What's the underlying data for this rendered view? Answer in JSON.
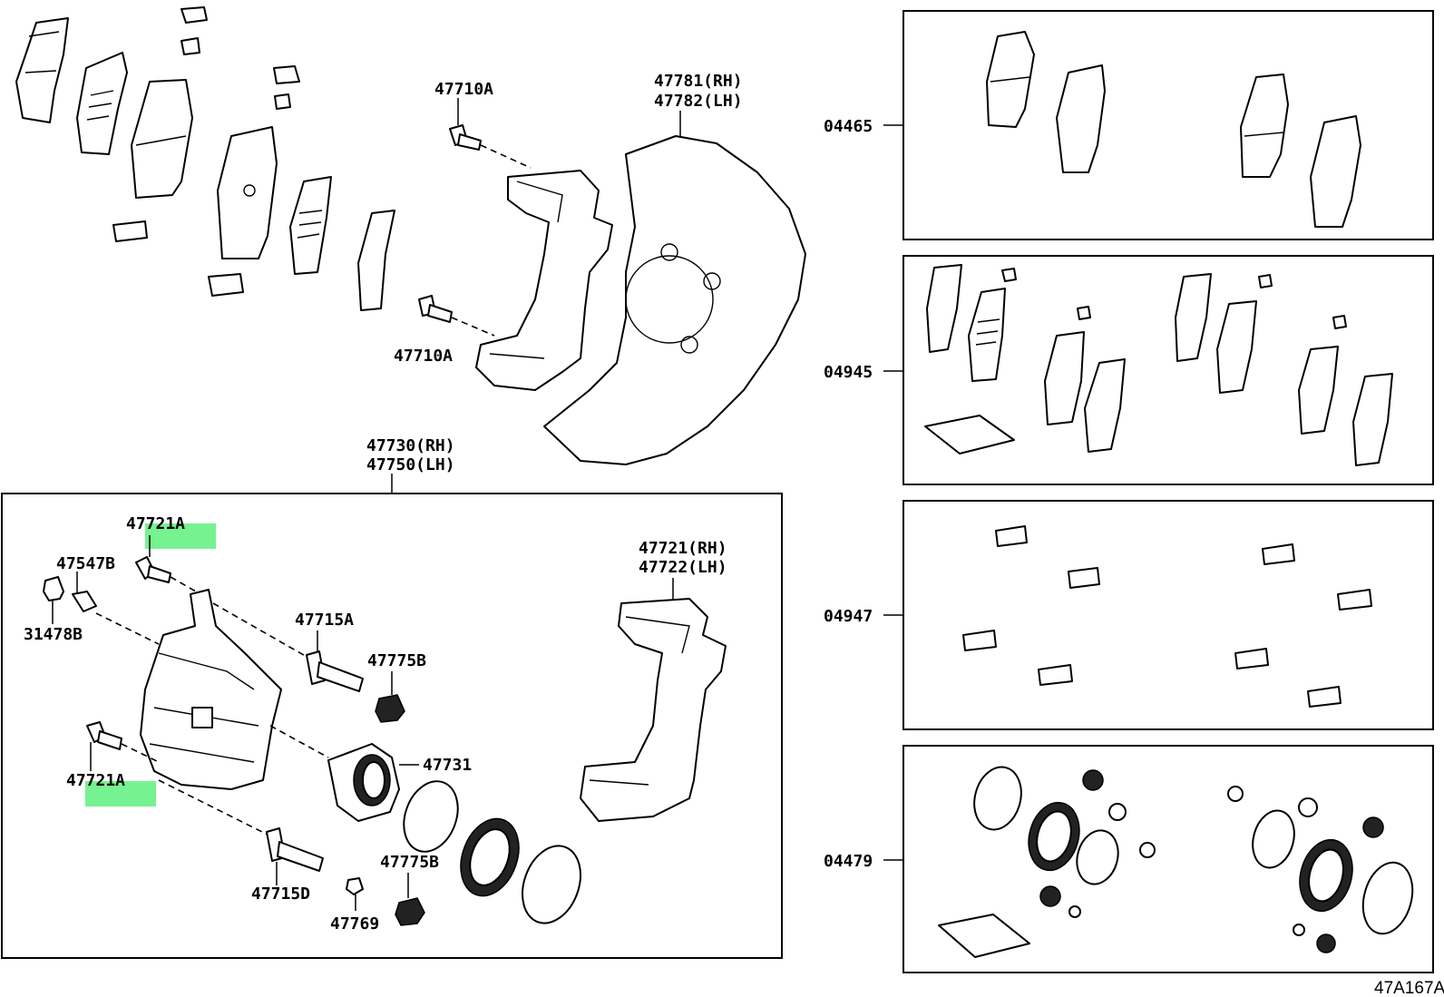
{
  "diagram_code": "47A167A",
  "highlight_color": "#5ef07c",
  "labels": {
    "bolt_upper": "47710A",
    "bolt_lower": "47710A",
    "dust_cover_rh": "47781(RH)",
    "dust_cover_lh": "47782(LH)",
    "caliper_assy_rh": "47730(RH)",
    "caliper_assy_lh": "47750(LH)",
    "bolt_top": "47721A",
    "bolt_bottom": "47721A",
    "bleeder_plug": "47547B",
    "bleeder_cap": "31478B",
    "slide_pin_upper": "47715A",
    "boot_upper": "47775B",
    "piston": "47731",
    "mounting_rh": "47721(RH)",
    "mounting_lh": "47722(LH)",
    "boot_lower": "47775B",
    "slide_pin_lower": "47715D",
    "bushing": "47769"
  },
  "kits": [
    {
      "code": "04465"
    },
    {
      "code": "04945"
    },
    {
      "code": "04947"
    },
    {
      "code": "04479"
    }
  ]
}
